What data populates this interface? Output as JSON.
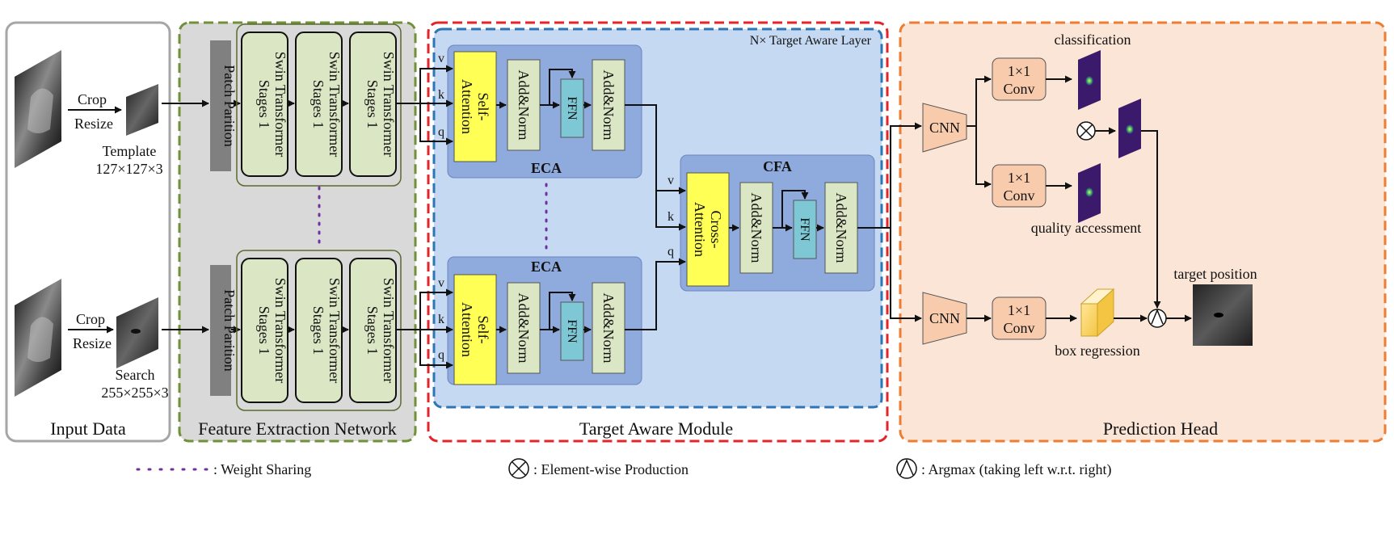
{
  "colors": {
    "input_border": "#a6a6a6",
    "feature_bg": "#d9d9d9",
    "feature_border": "#70913a",
    "swin_fill": "#dbe6c4",
    "target_outer": "#e3242b",
    "target_inner": "#2e75b6",
    "target_bg": "#c5d9f2",
    "attn_box": "#8faadc",
    "yellow": "#ffff55",
    "ffn": "#7ec8d6",
    "pred_bg": "#fbe5d6",
    "pred_border": "#ed7d31",
    "orange_box": "#f8cbad",
    "heatmap_bg": "#3b1a6b",
    "weight_sharing": "#7030a0"
  },
  "input": {
    "title": "Input Data",
    "crop": "Crop",
    "resize": "Resize",
    "template_label": "Template",
    "template_size": "127×127×3",
    "search_label": "Search",
    "search_size": "255×255×3"
  },
  "feature": {
    "title": "Feature Extraction Network",
    "patch_label": "Patch Parition",
    "swin_line1": "Swin Transformer",
    "swin_line2": "Stages 1"
  },
  "target": {
    "title": "Target Aware Module",
    "layer_label": "N× Target Aware Layer",
    "eca_label": "ECA",
    "cfa_label": "CFA",
    "self_attention_1": "Self-",
    "self_attention_2": "Attention",
    "cross_attention_1": "Cross-",
    "cross_attention_2": "Attention",
    "add_norm": "Add&Norm",
    "ffn": "FFN",
    "v": "v",
    "k": "k",
    "q": "q"
  },
  "prediction": {
    "title": "Prediction Head",
    "cnn": "CNN",
    "conv_line1": "1×1",
    "conv_line2": "Conv",
    "classification": "classification",
    "quality": "quality accessment",
    "box_regression": "box regression",
    "target_position": "target position"
  },
  "legend": {
    "weight_sharing": ": Weight Sharing",
    "element_wise": ": Element-wise Production",
    "argmax": ": Argmax (taking left w.r.t. right)"
  }
}
